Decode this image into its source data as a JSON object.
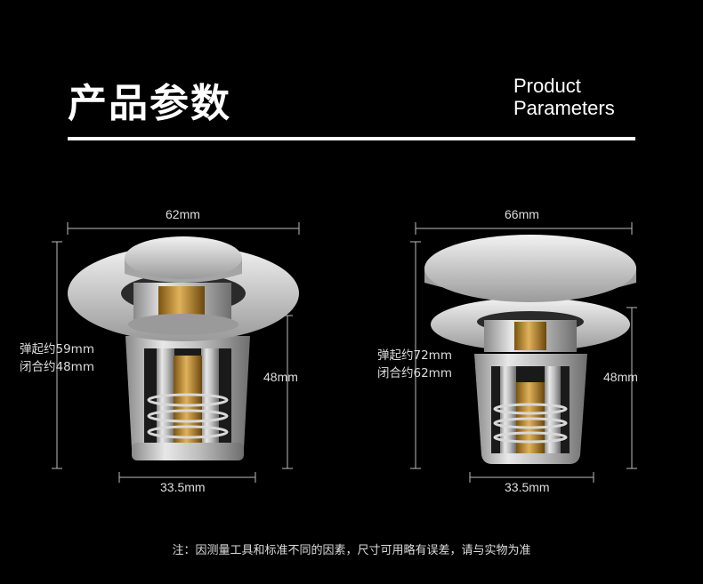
{
  "header": {
    "title_cn": "产品参数",
    "title_en_line1": "Product",
    "title_en_line2": "Parameters"
  },
  "products": [
    {
      "top_width": "62mm",
      "spec_line1": "弹起约59mm",
      "spec_line2": "闭合约48mm",
      "height": "48mm",
      "bottom_width": "33.5mm"
    },
    {
      "top_width": "66mm",
      "spec_line1": "弹起约72mm",
      "spec_line2": "闭合约62mm",
      "height": "48mm",
      "bottom_width": "33.5mm"
    }
  ],
  "footer": {
    "note": "注：因测量工具和标准不同的因素，尺寸可用略有误差，请与实物为准"
  },
  "colors": {
    "background": "#000000",
    "text": "#ffffff",
    "chrome": "#c8c8c8",
    "brass": "#b8862b"
  }
}
